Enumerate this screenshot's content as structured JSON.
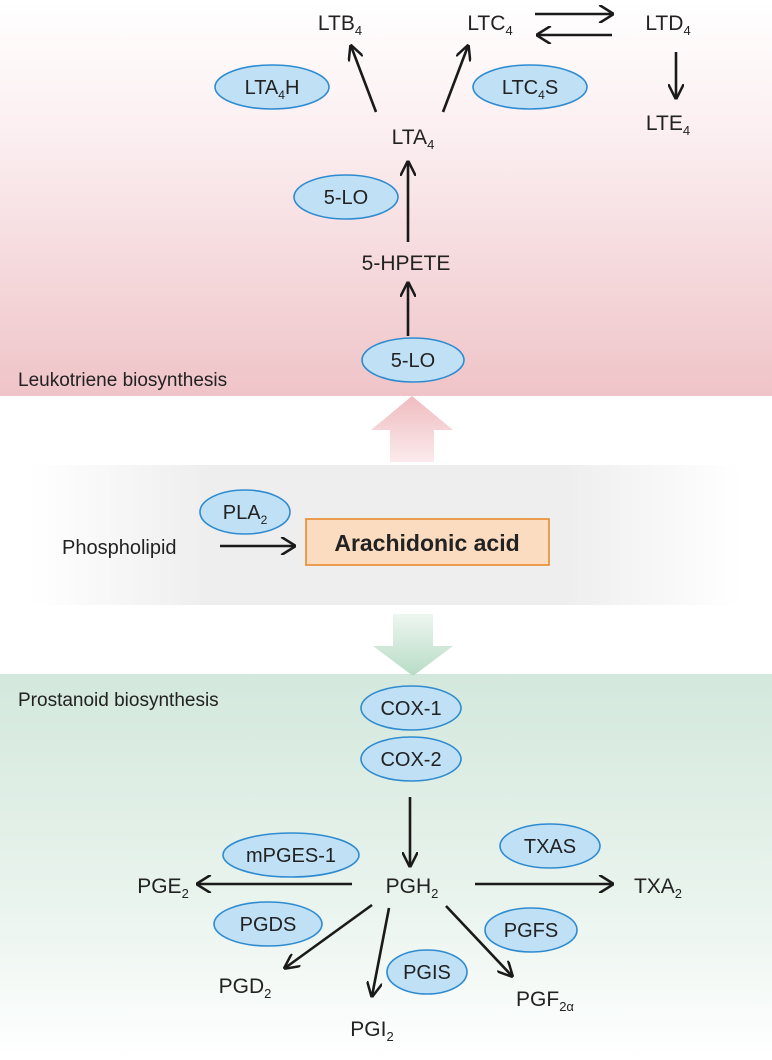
{
  "sections": {
    "leukotriene": "Leukotriene biosynthesis",
    "prostanoid": "Prostanoid biosynthesis"
  },
  "center": {
    "phospholipid": "Phospholipid",
    "arachidonic": "Arachidonic acid",
    "pla2": {
      "base": "PLA",
      "sub": "2"
    }
  },
  "leukotriene": {
    "ltb4": {
      "base": "LTB",
      "sub": "4"
    },
    "ltc4": {
      "base": "LTC",
      "sub": "4"
    },
    "ltd4": {
      "base": "LTD",
      "sub": "4"
    },
    "lte4": {
      "base": "LTE",
      "sub": "4"
    },
    "lta4": {
      "base": "LTA",
      "sub": "4"
    },
    "hpete": "5-HPETE",
    "lta4h": {
      "a": "LTA",
      "sub": "4",
      "b": "H"
    },
    "ltc4s": {
      "a": "LTC",
      "sub": "4",
      "b": "S"
    },
    "lo_upper": "5-LO",
    "lo_lower": "5-LO"
  },
  "prostanoid": {
    "cox1": "COX-1",
    "cox2": "COX-2",
    "pgh2": {
      "base": "PGH",
      "sub": "2"
    },
    "pge2": {
      "base": "PGE",
      "sub": "2"
    },
    "txa2": {
      "base": "TXA",
      "sub": "2"
    },
    "pgd2": {
      "base": "PGD",
      "sub": "2"
    },
    "pgi2": {
      "base": "PGI",
      "sub": "2"
    },
    "pgf2a": {
      "base": "PGF",
      "sub": "2α"
    },
    "mpges1": "mPGES-1",
    "txas": "TXAS",
    "pgds": "PGDS",
    "pgfs": "PGFS",
    "pgis": "PGIS"
  }
}
